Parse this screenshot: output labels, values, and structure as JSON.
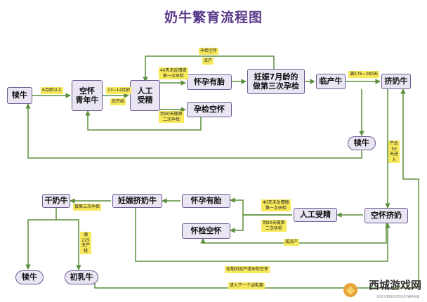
{
  "title": "奶牛繁育流程图",
  "nodes": {
    "dunniu_left": "犊牛",
    "kongwai": "空怀\n青年牛",
    "rengong": "人工\n受精",
    "huaiyun_top": "怀孕有胎",
    "yunjian_kong_top": "孕检空怀",
    "renshen7": "妊娠7月龄的\n做第三次孕检",
    "linchan": "临产牛",
    "jinai_top": "挤奶牛",
    "dunniu_right": "犊牛",
    "ganniu": "干奶牛",
    "renshen_jinai": "妊娠挤奶牛",
    "huaiyun_mid": "怀孕有胎",
    "rengong_mid": "人工受精",
    "kongwai_jinai": "空怀挤奶",
    "huaijian_kong": "怀检空怀",
    "dunniu_bottom": "犊牛",
    "churu": "初乳牛"
  },
  "labels": {
    "l_6month": "6月龄以上",
    "l_13_14": "13~14月龄",
    "l_kaipei": "后开始",
    "l_40_top": "40天未反情做\n第一次孕检",
    "l_90_top": "到90天做第\n二次孕检",
    "l_yunjian_kong": "孕检空怀",
    "l_liuchan_top": "流产",
    "l_276": "满276~280天",
    "l_chanhou": "产后\n50\n天进\n入",
    "l_3rd": "做第三次孕检",
    "l_225": "满\n225\n天产\n犊",
    "l_40_mid": "40天未反情做\n第一次孕检",
    "l_90_mid": "到90天做第\n二次孕检",
    "l_liuchan_mid": "或流产",
    "l_zaiqi": "在期间流产或孕检空怀",
    "l_next": "进入下一个泌乳期"
  },
  "watermark": {
    "name": "西城游戏网",
    "sub": "XICHENGYOUXIWANG"
  },
  "colors": {
    "box_fill": "#eae5f3",
    "box_border": "#6d5b91",
    "arrow": "#5b8f3c",
    "label_fill": "#f7e95b",
    "title": "#5a3a8a"
  }
}
